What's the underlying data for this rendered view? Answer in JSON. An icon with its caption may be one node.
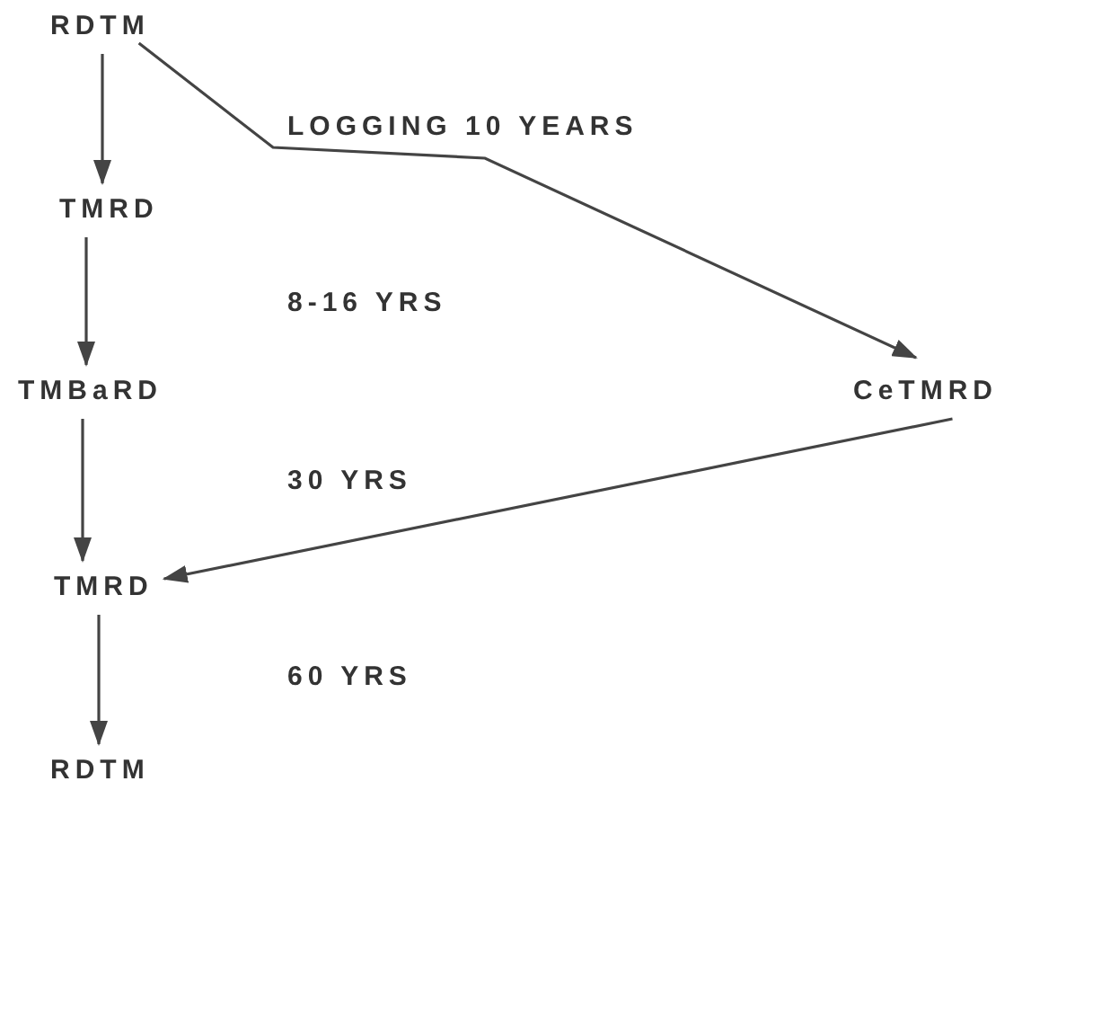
{
  "diagram": {
    "nodes": [
      {
        "text": [
          "RDTM"
        ]
      },
      {
        "text": [
          "TMRD"
        ]
      },
      {
        "text": [
          "TMBaRD"
        ]
      },
      {
        "text": [
          "CeTMRD"
        ]
      },
      {
        "text": [
          "TMRD"
        ]
      },
      {
        "text": [
          "RDTM"
        ]
      }
    ],
    "edges": [
      {
        "from": 0,
        "to": 1,
        "arrow": "to"
      },
      {
        "from": 0,
        "to": 3,
        "arrow": "to",
        "label": "LOGGING 10 YEARS"
      },
      {
        "from": 1,
        "to": 2,
        "arrow": "to"
      },
      {
        "from": 2,
        "to": 4,
        "arrow": "to"
      },
      {
        "from": 3,
        "to": 4,
        "arrow": "to"
      },
      {
        "from": 4,
        "to": 5,
        "arrow": "to"
      }
    ],
    "labels": [
      "8-16 YRS",
      "30 YRS",
      "60 YRS"
    ]
  }
}
